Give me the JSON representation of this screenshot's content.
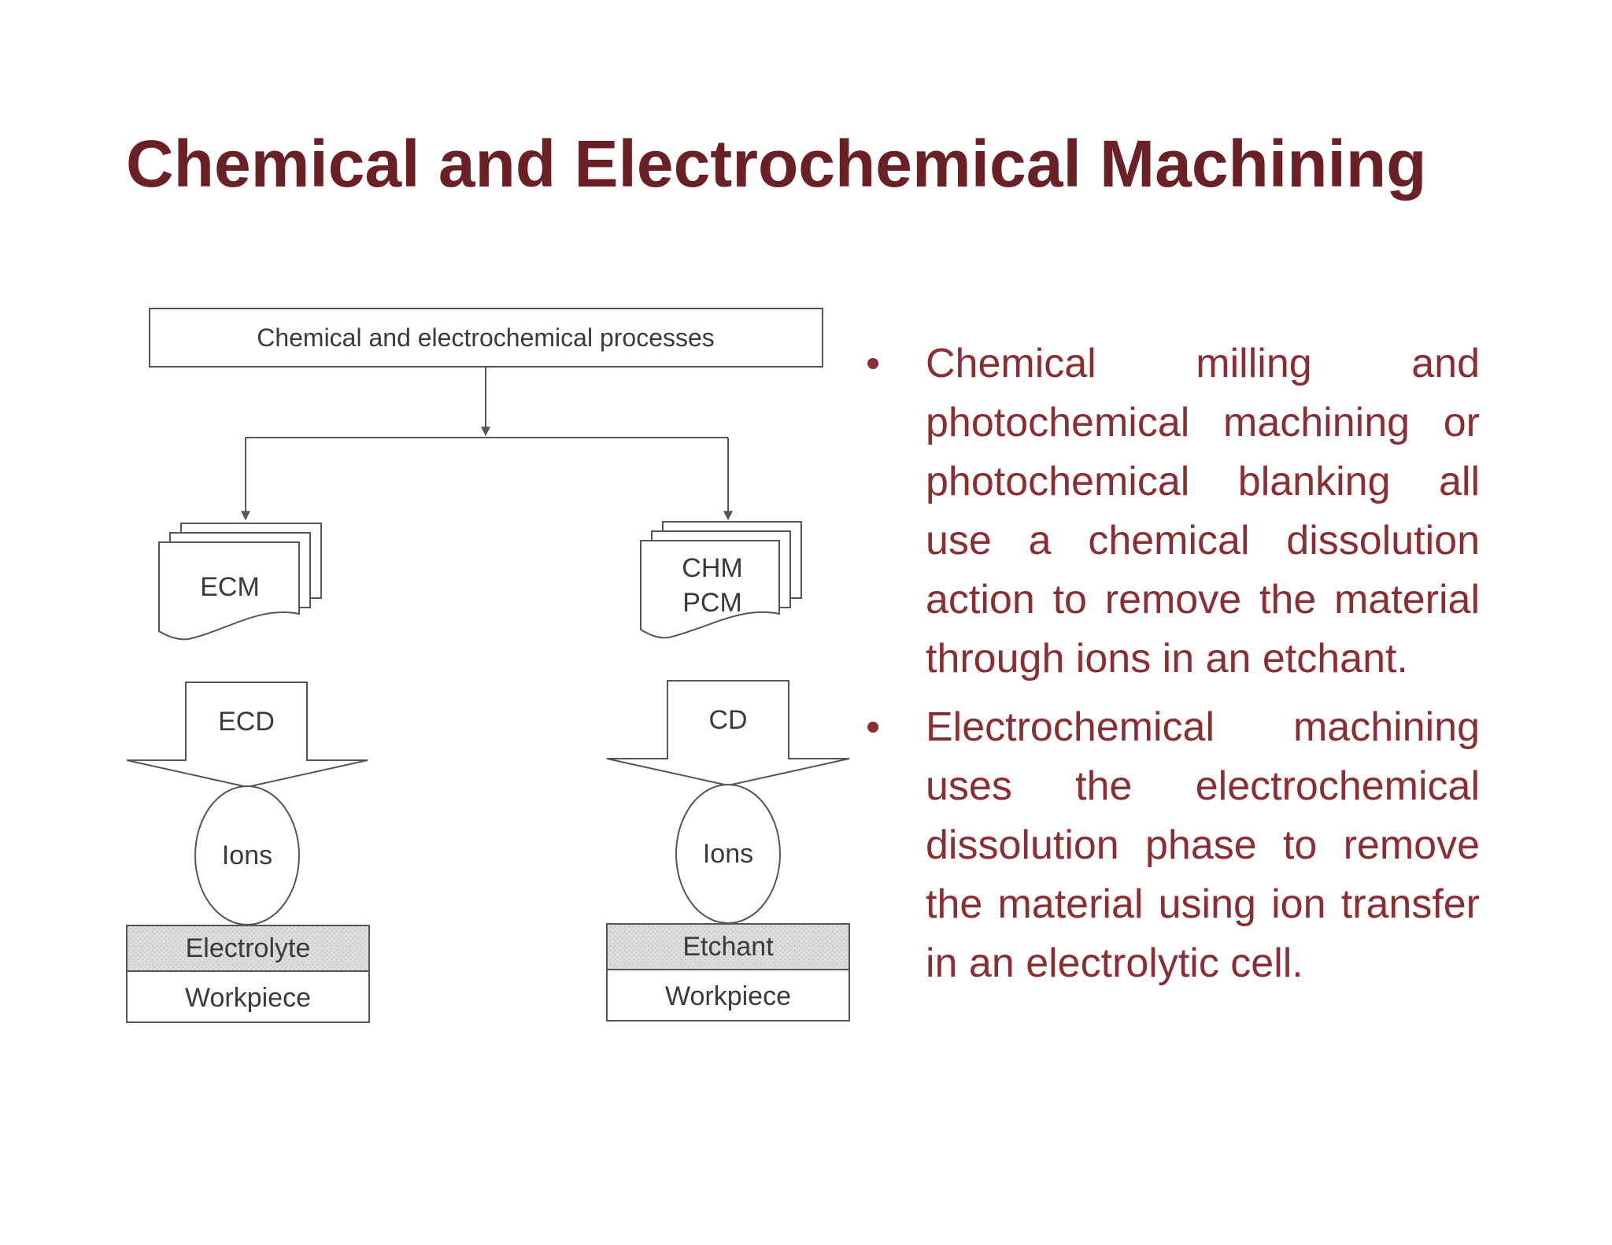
{
  "slide": {
    "title": "Chemical and Electrochemical Machining"
  },
  "diagram": {
    "root_label": "Chemical and electrochemical processes",
    "left_branch": {
      "doc_label": "ECM",
      "arrow_label": "ECD",
      "ions_label": "Ions",
      "medium_label": "Electrolyte",
      "workpiece_label": "Workpiece"
    },
    "right_branch": {
      "doc_label_line1": "CHM",
      "doc_label_line2": "PCM",
      "arrow_label": "CD",
      "ions_label": "Ions",
      "medium_label": "Etchant",
      "workpiece_label": "Workpiece"
    }
  },
  "bullets": [
    {
      "marker": "•",
      "text": "Chemical milling and photochemical machining or photochemical blanking all use a chemical dissolution action to remove the material through ions in an etchant."
    },
    {
      "marker": "•",
      "text": "Electrochemical machining uses the electrochemical dissolution phase to remove the material using ion transfer in an electrolytic cell."
    }
  ]
}
